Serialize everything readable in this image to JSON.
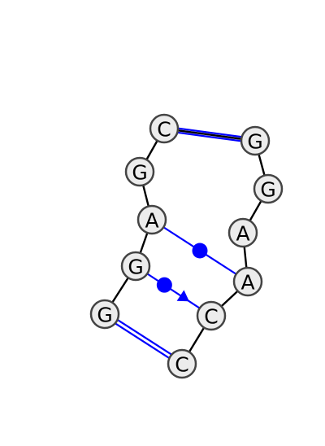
{
  "colors": {
    "backbone": "#000000",
    "pair": "#0000ff",
    "node_fill": "#ececec",
    "node_stroke": "#444444"
  },
  "nucleotides": [
    {
      "id": "n1",
      "base": "G"
    },
    {
      "id": "n2",
      "base": "G"
    },
    {
      "id": "n3",
      "base": "A"
    },
    {
      "id": "n4",
      "base": "G"
    },
    {
      "id": "n5",
      "base": "C"
    },
    {
      "id": "n6",
      "base": "G"
    },
    {
      "id": "n7",
      "base": "G"
    },
    {
      "id": "n8",
      "base": "A"
    },
    {
      "id": "n9",
      "base": "A"
    },
    {
      "id": "n10",
      "base": "C"
    },
    {
      "id": "n11",
      "base": "C"
    }
  ],
  "base_pairs": [
    {
      "from": "n1",
      "to": "n11",
      "type": "watson-crick"
    },
    {
      "from": "n2",
      "to": "n10",
      "type": "dot-arrow"
    },
    {
      "from": "n3",
      "to": "n9",
      "type": "dot"
    },
    {
      "from": "n5",
      "to": "n6",
      "type": "watson-crick"
    }
  ]
}
